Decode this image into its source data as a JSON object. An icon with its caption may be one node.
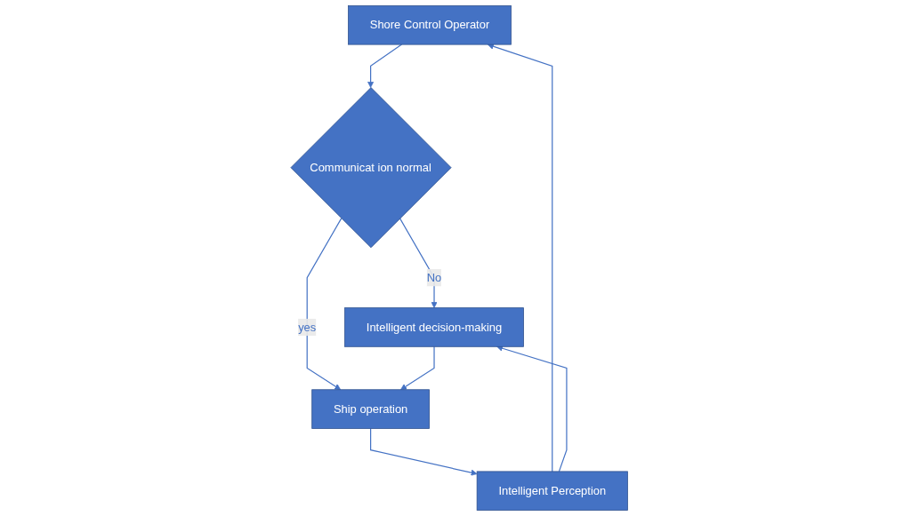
{
  "diagram": {
    "nodes": [
      {
        "text": [
          "Shore Control Operator"
        ]
      },
      {
        "text": [
          "Communicat ion normal"
        ]
      },
      {
        "text": [
          "Intelligent Perception"
        ]
      },
      {
        "text": [
          "Intelligent decision-making"
        ]
      },
      {
        "text": [
          "Ship operation"
        ]
      }
    ],
    "edges": [
      {
        "from": 2,
        "to": 0,
        "arrow": "to"
      },
      {
        "from": 0,
        "to": 1,
        "arrow": "to"
      },
      {
        "from": 1,
        "to": 3,
        "arrow": "to",
        "label": "No"
      },
      {
        "from": 1,
        "to": 4,
        "arrow": "to",
        "label": "yes"
      },
      {
        "from": 2,
        "to": 3,
        "arrow": "to"
      },
      {
        "from": 3,
        "to": 4,
        "arrow": "to"
      },
      {
        "from": 4,
        "to": 2,
        "arrow": "to"
      }
    ]
  }
}
